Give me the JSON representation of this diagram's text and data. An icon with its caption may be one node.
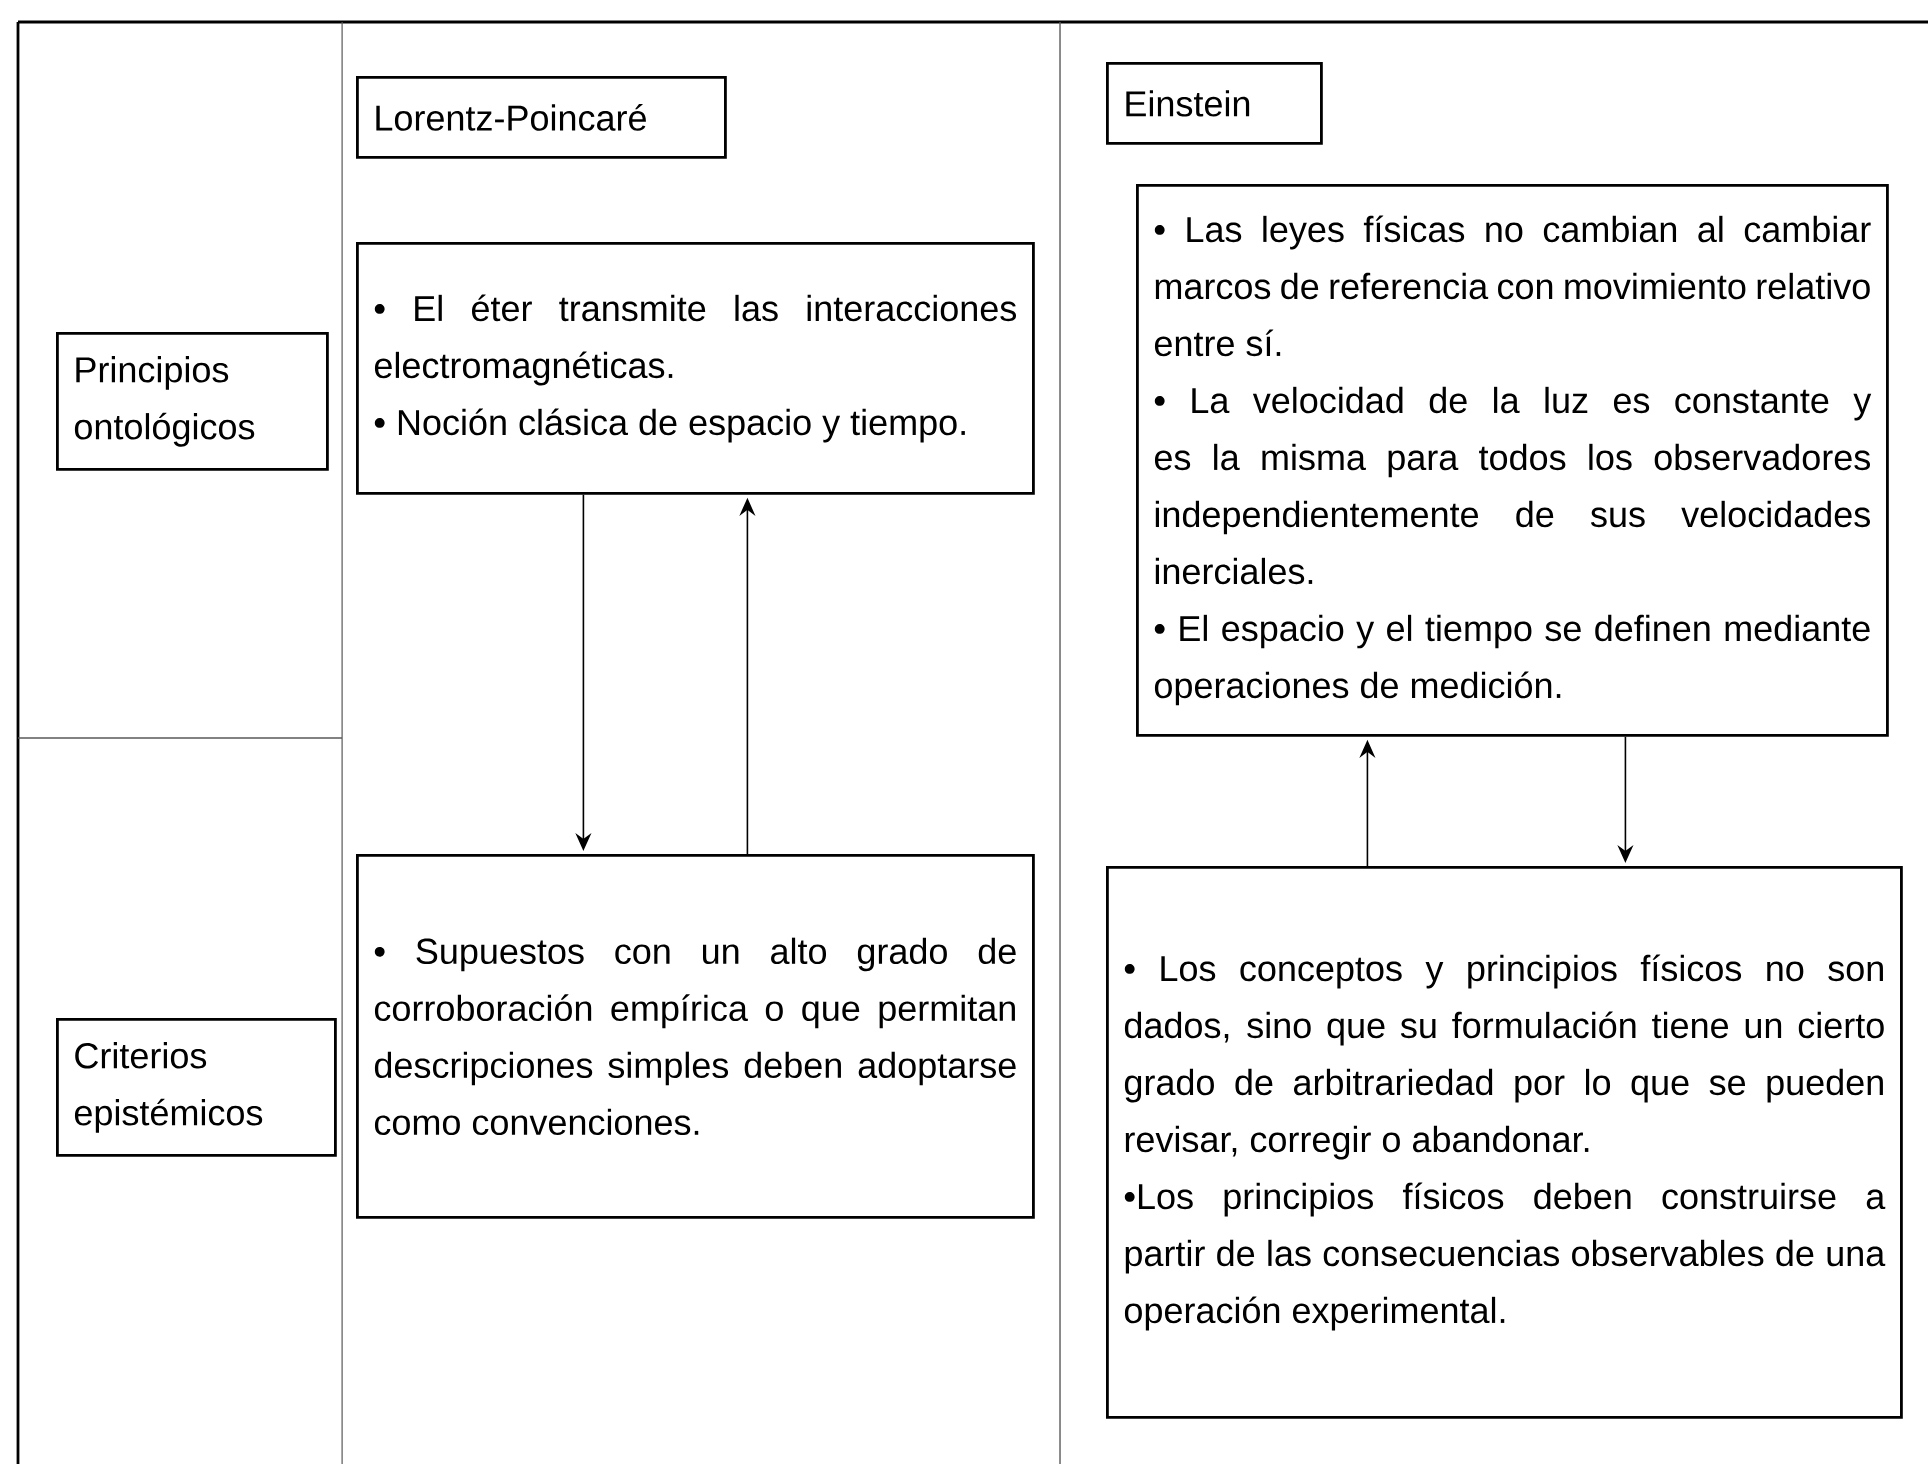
{
  "diagram": {
    "nodes": [
      {
        "text": [
          "Principios ontológicos"
        ]
      },
      {
        "text": [
          "Criterios epistémicos"
        ]
      },
      {
        "text": [
          "Lorentz-Poincaré"
        ]
      },
      {
        "text": [
          "• El éter transmite las interacciones electromagnéticas.",
          "• Noción clásica de espacio y tiempo."
        ]
      },
      {
        "text": [
          "• Supuestos con un alto grado de corroboración empírica o que permitan descripciones simples deben adoptarse como convenciones."
        ]
      },
      {
        "text": [
          "Einstein"
        ]
      },
      {
        "text": [
          "• Las leyes físicas no cambian al cambiar marcos de referencia con movimiento relativo entre sí.",
          "• La velocidad de la luz es constante y es la misma para todos los observadores independientemente de sus velocidades inerciales.",
          "• El espacio y el tiempo se definen mediante operaciones de medición."
        ]
      },
      {
        "text": [
          "• Los conceptos y principios físicos no son dados, sino que su formulación tiene un cierto grado de arbitrariedad por lo que se pueden revisar, corregir o abandonar.",
          "•Los principios físicos deben construirse a partir de las consecuencias observables de una operación experimental."
        ]
      }
    ],
    "edges": [
      {
        "from": 3,
        "to": 4,
        "arrow": "to"
      },
      {
        "from": 4,
        "to": 3,
        "arrow": "to"
      },
      {
        "from": 7,
        "to": 6,
        "arrow": "to"
      },
      {
        "from": 6,
        "to": 7,
        "arrow": "to"
      }
    ]
  }
}
